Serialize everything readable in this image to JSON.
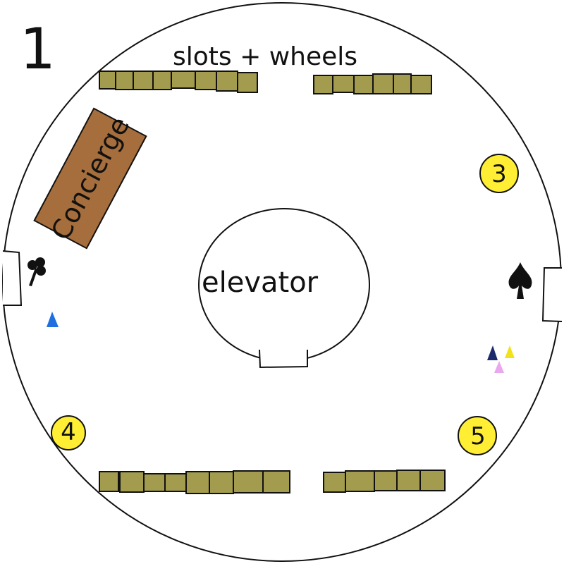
{
  "map": {
    "floor_number": "1",
    "title_text": "slots + wheels",
    "elevator_label": "elevator",
    "concierge_label": "Concierge",
    "markers": [
      {
        "id": "marker-3",
        "label": "3"
      },
      {
        "id": "marker-4",
        "label": "4"
      },
      {
        "id": "marker-5",
        "label": "5"
      }
    ],
    "door_icons": [
      {
        "name": "club-icon",
        "side": "left"
      },
      {
        "name": "spade-icon",
        "side": "right"
      }
    ],
    "player_pieces": [
      {
        "color": "#1f6fe0"
      },
      {
        "color": "#1b2a6b"
      },
      {
        "color": "#f2e21b"
      },
      {
        "color": "#e8a7ee"
      }
    ],
    "colors": {
      "slot_machine": "#a39c4f",
      "concierge_desk": "#a66e3c",
      "number_marker": "#ffee33",
      "outline": "#111111"
    }
  }
}
